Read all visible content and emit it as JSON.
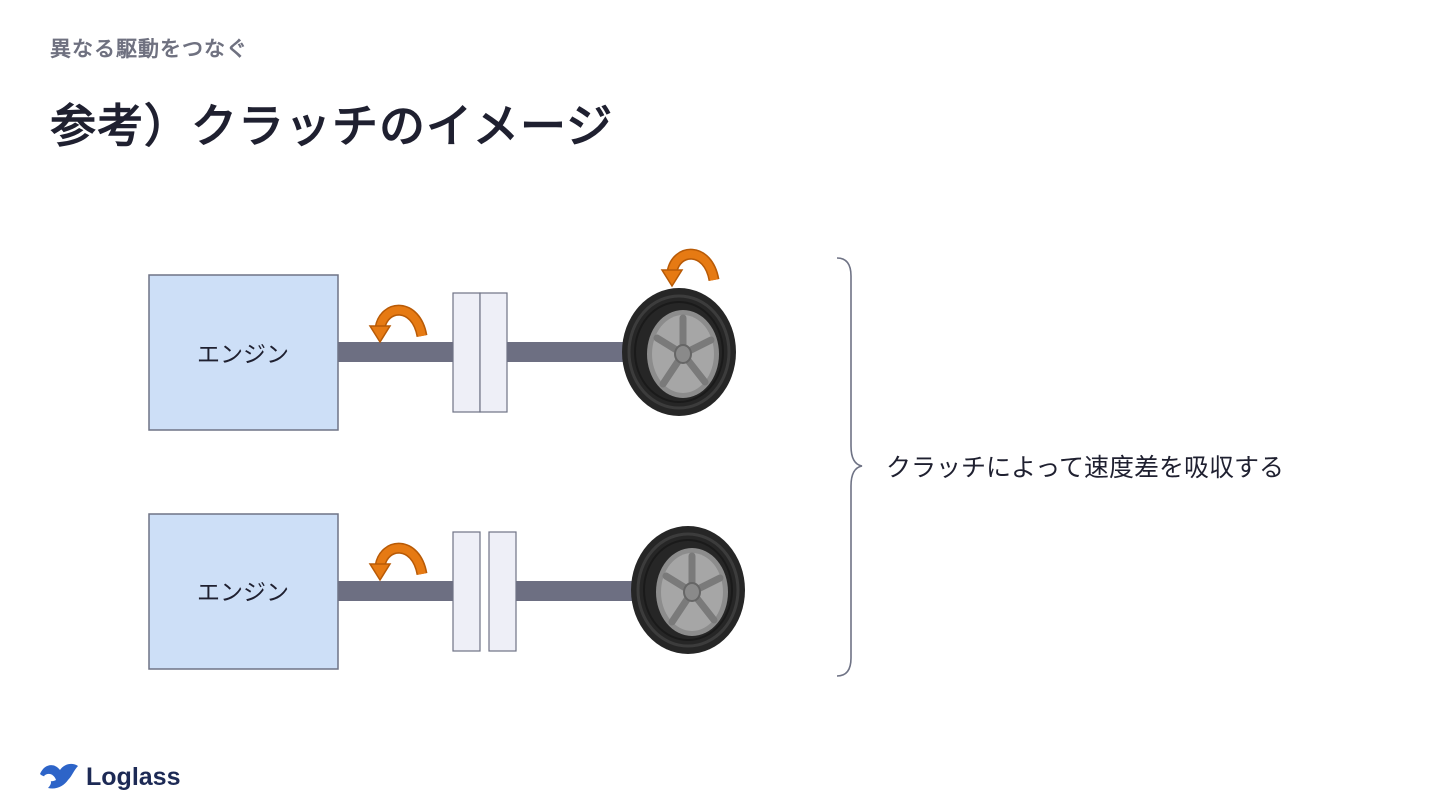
{
  "slide": {
    "kicker": "異なる駆動をつなぐ",
    "title": "参考）クラッチのイメージ"
  },
  "diagram": {
    "engine_label": "エンジン",
    "note": "クラッチによって速度差を吸収する",
    "colors": {
      "engine_fill": "#cddff7",
      "engine_stroke": "#6f7385",
      "shaft": "#6d6f82",
      "clutch_plate": "#eeeff7",
      "arrow": "#e67a13",
      "tire": "#2a2a2a",
      "rim": "#9a9a9a"
    },
    "rows": [
      {
        "state": "engaged"
      },
      {
        "state": "disengaged"
      }
    ]
  },
  "footer": {
    "brand": "Loglass"
  }
}
